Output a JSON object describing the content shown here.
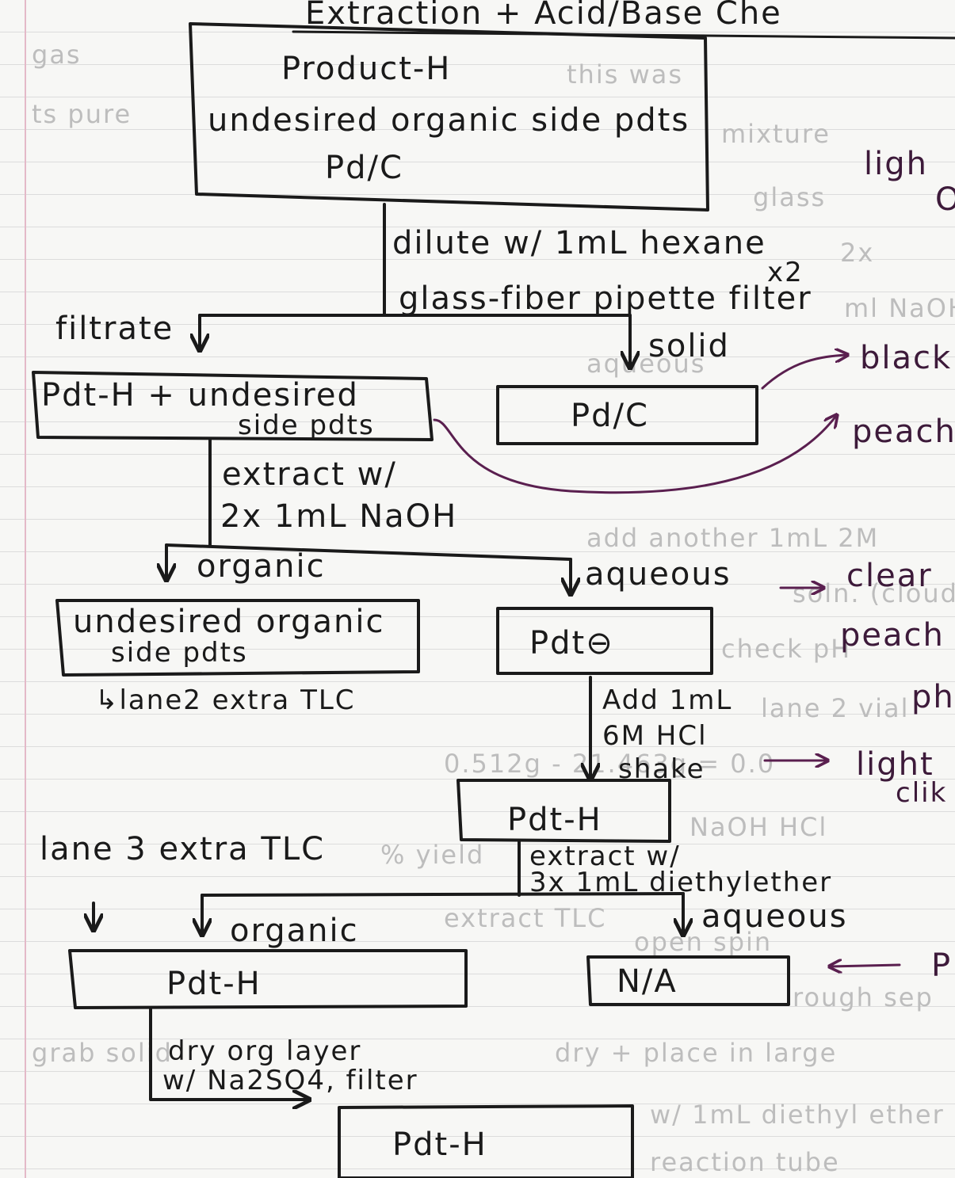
{
  "title": "Extraction + Acid/Base Che",
  "nodes": {
    "start": {
      "line1": "Product-H",
      "line2": "undesired organic side pdts",
      "line3": "Pd/C"
    },
    "filtrate_box": {
      "line1": "Pdt-H + undesired",
      "line2": "side pdts"
    },
    "solid_box": {
      "line1": "Pd/C"
    },
    "organic_box_1": {
      "line1": "undesired organic",
      "line2": "side pdts"
    },
    "aqueous_box_1": {
      "line1": "Pdt⊖"
    },
    "pdth_box_1": {
      "line1": "Pdt-H"
    },
    "organic_box_2": {
      "line1": "Pdt-H"
    },
    "aqueous_box_2": {
      "line1": "N/A"
    },
    "final_box": {
      "line1": "Pdt-H"
    }
  },
  "steps": {
    "step1": {
      "line1": "dilute w/ 1mL hexane",
      "multiplier": "x2",
      "line2": "glass-fiber pipette filter"
    },
    "step2": {
      "line1": "extract w/",
      "line2": "2x 1mL NaOH"
    },
    "step3": {
      "line1": "Add 1mL",
      "line2": "6M HCl",
      "line3": "shake"
    },
    "step4": {
      "line1": "extract w/",
      "line2": "3x 1mL diethylether"
    },
    "step5": {
      "line1": "dry org layer",
      "line2": "w/ Na2SO4, filter"
    }
  },
  "branch_labels": {
    "filtrate": "filtrate",
    "solid": "solid",
    "organic_1": "organic",
    "aqueous_1": "aqueous",
    "organic_2": "organic",
    "aqueous_2": "aqueous"
  },
  "notes": {
    "lane2": "↳lane2 extra TLC",
    "lane3": "lane 3 extra TLC"
  },
  "side_observations": {
    "black": "black",
    "peach_1": "peach",
    "clear": "clear",
    "peach_2": "peach",
    "light": "light",
    "clik": "clik",
    "ligh_top": "ligh",
    "o_top": "O",
    "p_mid": "ph",
    "p_low": "P"
  },
  "faint_bleed": [
    "gas",
    "ts pure",
    "this was",
    "mixture",
    "glass",
    "ml NaOH",
    "2x",
    "aqueous",
    "add another 1mL 2M",
    "soln. (cloudy)",
    "check pH",
    "lane 2 vial",
    "0.512g - 21.463g = 0.0",
    "NaOH HCl",
    "% yield",
    "extract TLC",
    "open spin",
    "rough sep",
    "dry + place in large",
    "w/ 1mL diethyl ether",
    "grab solid",
    "reaction tube"
  ],
  "colors": {
    "ink": "#1a1a1a",
    "purple_ink": "#5a1f4f",
    "margin": "#e4b9c8",
    "rule": "#dcdcdc"
  }
}
